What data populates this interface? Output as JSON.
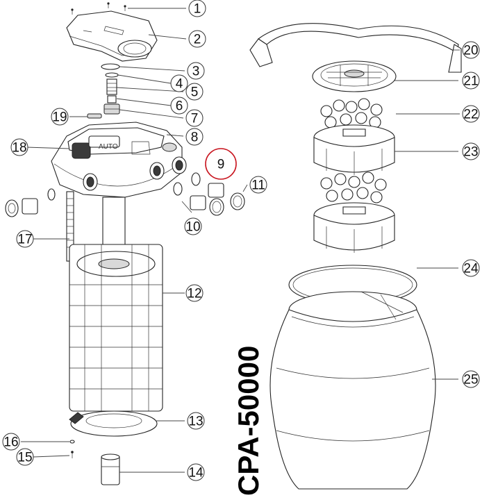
{
  "model": "CPA-50000",
  "part_numbers": [
    "1",
    "2",
    "3",
    "4",
    "5",
    "6",
    "7",
    "8",
    "9",
    "10",
    "11",
    "12",
    "13",
    "14",
    "15",
    "16",
    "17",
    "18",
    "19",
    "20",
    "21",
    "22",
    "23",
    "24",
    "25"
  ],
  "highlight_color": "#c8141e",
  "highlighted_part": "9"
}
